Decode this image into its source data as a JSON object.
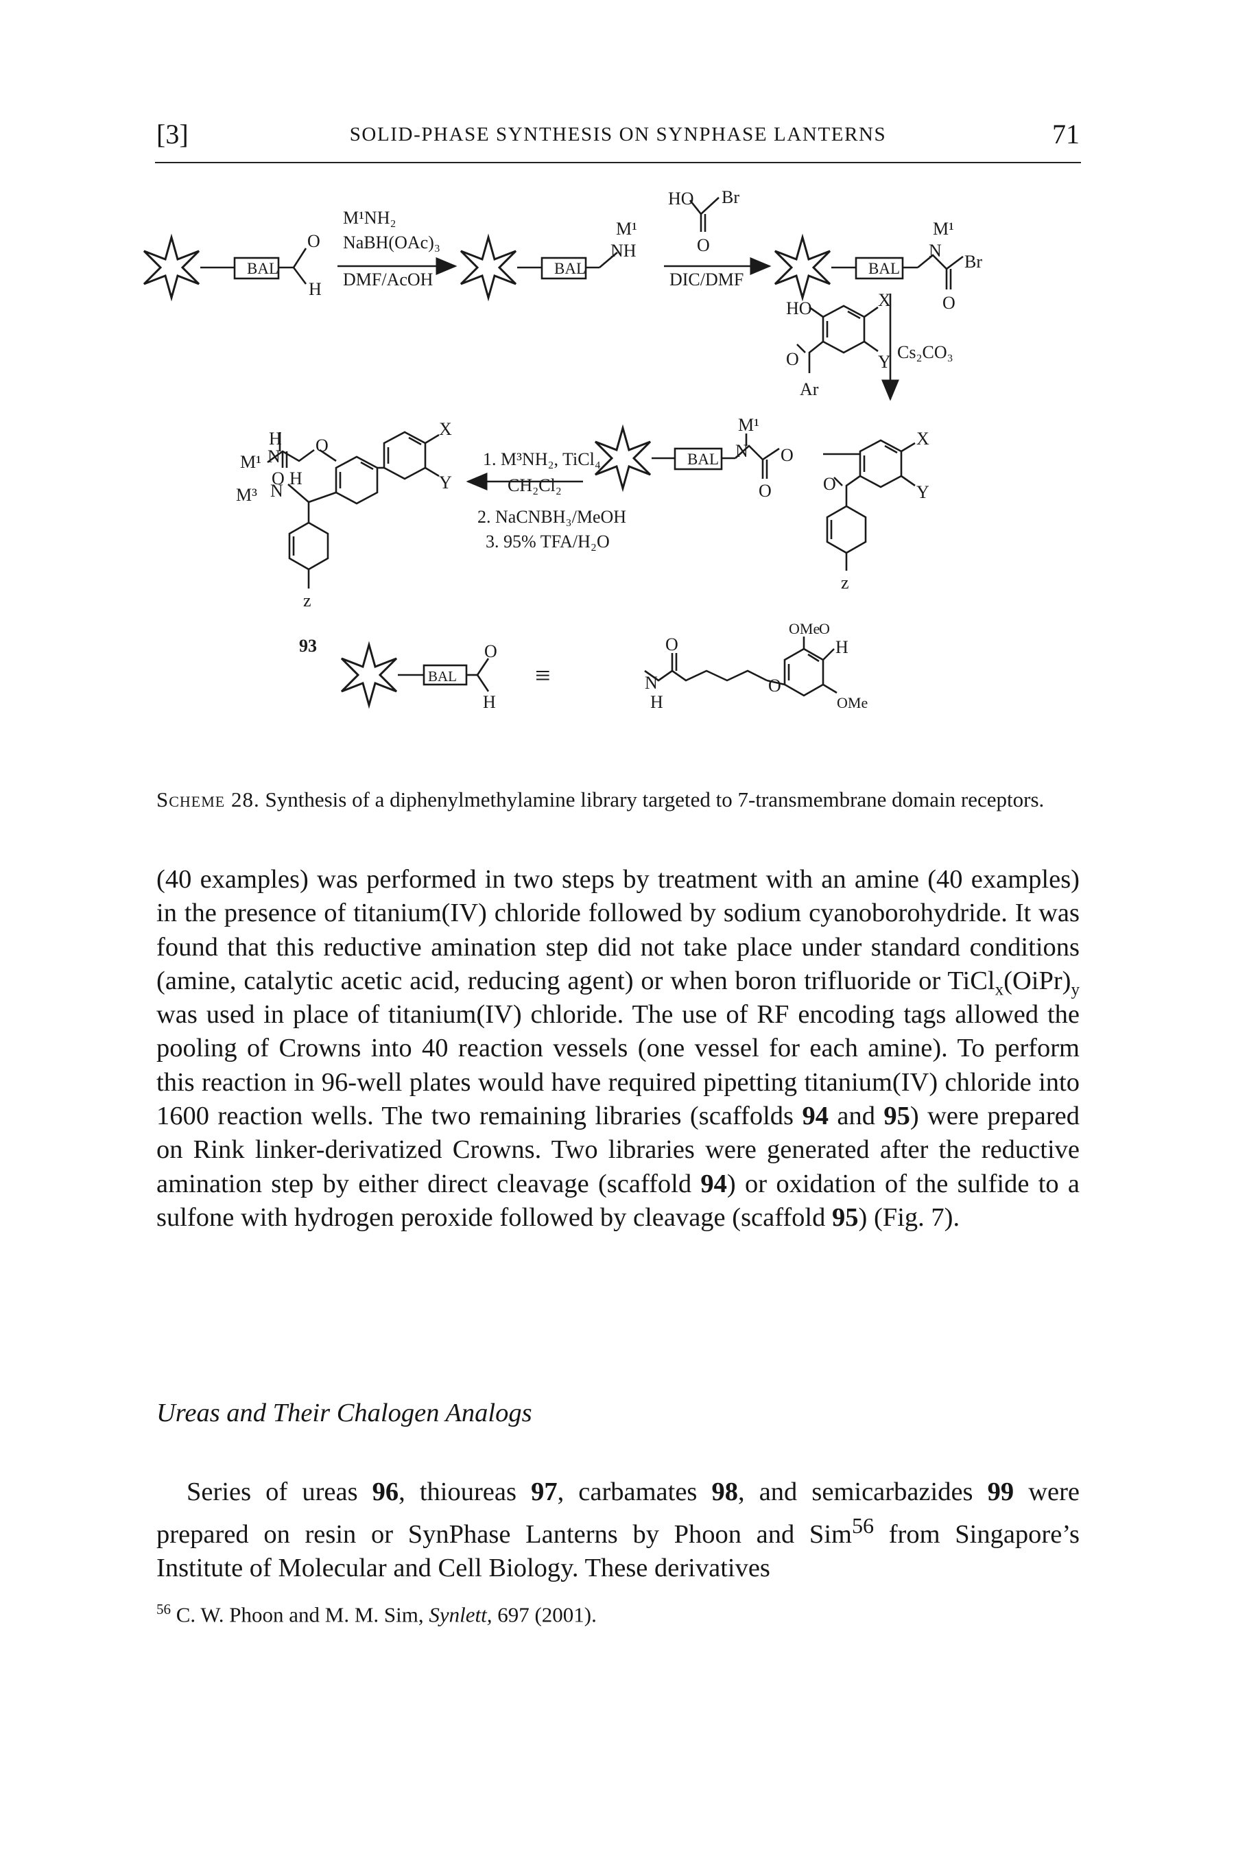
{
  "header": {
    "section": "[3]",
    "title": "SOLID-PHASE SYNTHESIS ON SYNPHASE LANTERNS",
    "page_number": "71"
  },
  "scheme": {
    "label_bal": "BAL",
    "step1_reagent1": "M¹NH₂",
    "step1_reagent2": "NaBH(OAc)₃",
    "step1_solvent": "DMF/AcOH",
    "step2_reagent": "HO",
    "step2_br": "Br",
    "step2_o": "O",
    "step2_solvent": "DIC/DMF",
    "step3_reagent": "Cs₂CO₃",
    "step4_line1": "1. M³NH₂, TiCl₄",
    "step4_line2": "CH₂Cl₂",
    "step4_line3": "2. NaCNBH₃/MeOH",
    "step4_line4": "3. 95% TFA/H₂O",
    "compound_number": "93",
    "m1": "M¹",
    "m3": "M³",
    "x": "X",
    "y": "Y",
    "z": "z",
    "ar": "Ar",
    "nh": "NH",
    "n": "N",
    "h": "H",
    "o": "O",
    "ho": "HO",
    "ome": "OMe",
    "equals": "≡"
  },
  "caption": {
    "label": "Scheme 28.",
    "text": "Synthesis of a diphenylmethylamine library targeted to 7-transmembrane domain receptors."
  },
  "paragraph1": {
    "t1": "(40 examples) was performed in two steps by treatment with an amine (40 examples) in the presence of titanium(IV) chloride followed by sodium cyanoborohydride. It was found that this reductive amination step did not take place under standard conditions (amine, catalytic acetic acid, reducing agent) or when boron trifluoride or TiCl",
    "sub_x": "x",
    "t2": "(OiPr)",
    "sub_y": "y",
    "t3": " was used in place of titanium(IV) chloride. The use of RF encoding tags allowed the pooling of Crowns into 40 reaction vessels (one vessel for each amine). To perform this reaction in 96-well plates would have required pipetting titanium(IV) chloride into 1600 reaction wells. The two remaining libraries (scaffolds ",
    "b94": "94",
    "t4": " and ",
    "b95": "95",
    "t5": ") were prepared on Rink linker-derivatized Crowns. Two libraries were generated after the reductive amination step by either direct cleavage (scaffold ",
    "b94b": "94",
    "t6": ") or oxidation of the sulfide to a sulfone with hydrogen peroxide followed by cleavage (scaffold ",
    "b95b": "95",
    "t7": ") (Fig. 7)."
  },
  "section_heading": "Ureas and Their Chalogen Analogs",
  "paragraph2": {
    "t1": "Series of ureas ",
    "b96": "96",
    "t2": ", thioureas ",
    "b97": "97",
    "t3": ", carbamates ",
    "b98": "98",
    "t4": ", and semicarbazides ",
    "b99": "99",
    "t5": " were prepared on resin or SynPhase Lanterns by Phoon and Sim",
    "sup56": "56",
    "t6": " from Singapore’s Institute of Molecular and Cell Biology. These derivatives"
  },
  "footnote": {
    "num": "56",
    "authors": " C. W. Phoon and M. M. Sim, ",
    "journal": "Synlett,",
    "rest": " 697 (2001)."
  }
}
